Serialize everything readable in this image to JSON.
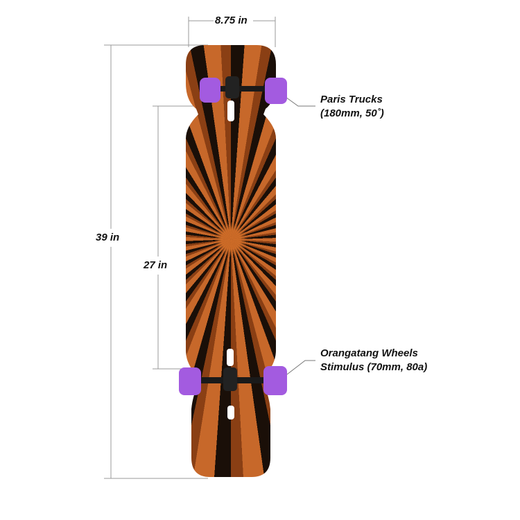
{
  "dimensions": {
    "width": "8.75 in",
    "length": "39 in",
    "wheelbase": "27 in"
  },
  "callouts": {
    "trucks": {
      "line1": "Paris Trucks",
      "line2": "(180mm, 50˚)"
    },
    "wheels": {
      "line1": "Orangatang Wheels",
      "line2": "Stimulus (70mm, 80a)"
    }
  },
  "colors": {
    "wheel": "#a35be0",
    "truck": "#1a1a1a",
    "deck": "#c7682a",
    "line": "#888888"
  }
}
